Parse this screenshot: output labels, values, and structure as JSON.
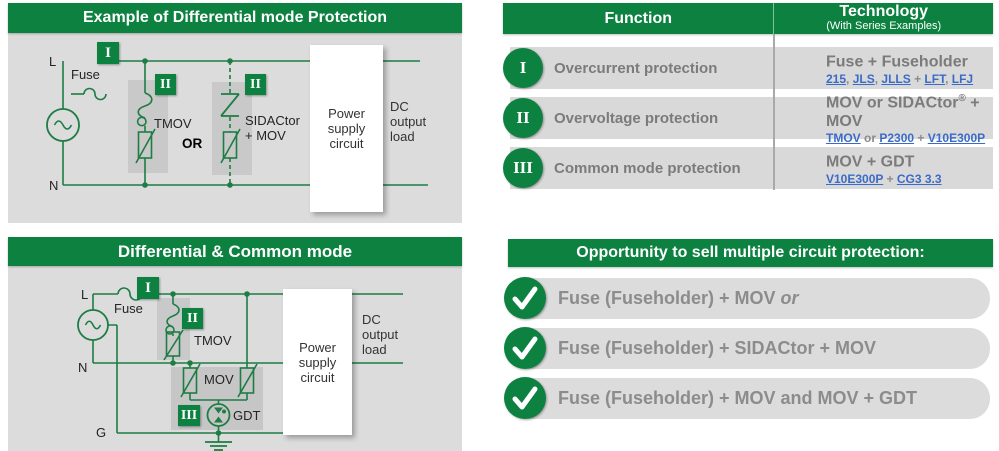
{
  "colors": {
    "brand_green": "#0c8140",
    "wire_green": "#1d7d44",
    "panel_gray": "#dcdcdc",
    "shade_gray": "#c9c9c9",
    "row_gray": "#d9d9d9",
    "text_gray": "#7b7b7b",
    "link_blue": "#3b6bc8"
  },
  "diff_panel": {
    "title": "Example of Differential mode Protection",
    "labels": {
      "line_l": "L",
      "line_n": "N",
      "fuse": "Fuse",
      "tmov": "TMOV",
      "or": "OR",
      "sidactor_l1": "SIDACtor",
      "sidactor_l2": "+ MOV",
      "box_l1": "Power",
      "box_l2": "supply",
      "box_l3": "circuit",
      "load_l1": "DC",
      "load_l2": "output",
      "load_l3": "load"
    },
    "badges": {
      "overcurrent": "I",
      "overvoltage_tmov": "II",
      "overvoltage_sidactor": "II"
    }
  },
  "common_panel": {
    "title": "Differential & Common mode",
    "labels": {
      "line_l": "L",
      "line_n": "N",
      "line_g": "G",
      "fuse": "Fuse",
      "tmov": "TMOV",
      "mov": "MOV",
      "gdt": "GDT",
      "box_l1": "Power",
      "box_l2": "supply",
      "box_l3": "circuit",
      "load_l1": "DC",
      "load_l2": "output",
      "load_l3": "load"
    },
    "badges": {
      "overcurrent": "I",
      "overvoltage": "II",
      "common": "III"
    }
  },
  "function_table": {
    "header": {
      "function": "Function",
      "technology": "Technology",
      "technology_sub": "(With Series Examples)"
    },
    "rows": [
      {
        "numeral": "I",
        "function": "Overcurrent protection",
        "tech_pre": "Fuse + Fuseholder",
        "tech_sup": "",
        "tech_post": "",
        "links": [
          "215",
          "JLS",
          "JLLS",
          "LFT",
          "LFJ"
        ],
        "seps": [
          ", ",
          ", ",
          " + ",
          ", "
        ]
      },
      {
        "numeral": "II",
        "function": "Overvoltage protection",
        "tech_pre": "MOV or SIDACtor",
        "tech_sup": "®",
        "tech_post": " + MOV",
        "links": [
          "TMOV",
          "P2300",
          "V10E300P"
        ],
        "seps": [
          " or ",
          " + "
        ]
      },
      {
        "numeral": "III",
        "function": "Common mode protection",
        "tech_pre": "MOV + GDT",
        "tech_sup": "",
        "tech_post": "",
        "links": [
          "V10E300P",
          "CG3 3.3"
        ],
        "seps": [
          " + "
        ]
      }
    ]
  },
  "opportunity": {
    "title": "Opportunity to sell multiple circuit protection:",
    "rows": [
      {
        "text": "Fuse (Fuseholder) + MOV ",
        "italic": "or"
      },
      {
        "text": "Fuse (Fuseholder) + SIDACtor + MOV",
        "italic": ""
      },
      {
        "text": "Fuse (Fuseholder) + MOV and MOV + GDT",
        "italic": ""
      }
    ]
  }
}
